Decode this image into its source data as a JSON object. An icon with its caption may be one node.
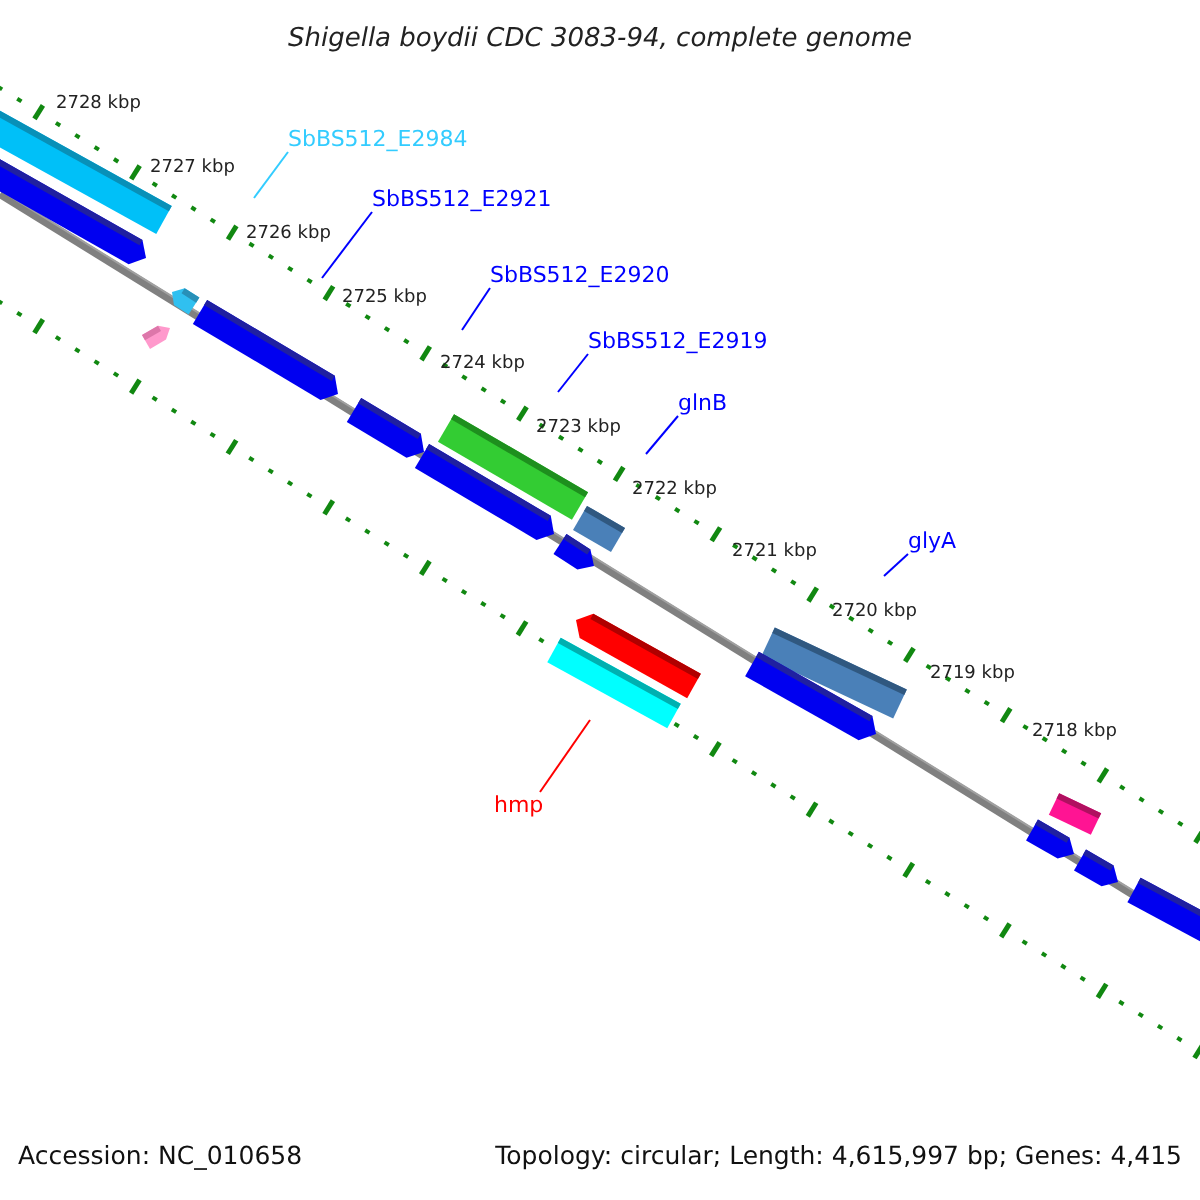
{
  "diagram": {
    "title": "Shigella boydii CDC 3083-94, complete genome",
    "nodes": [
      {
        "text": [
          "SbBS512_E2984"
        ]
      },
      {
        "text": [
          "SbBS512_E2921"
        ]
      },
      {
        "text": [
          "SbBS512_E2920"
        ]
      },
      {
        "text": [
          "SbBS512_E2919"
        ]
      },
      {
        "text": [
          "glnB"
        ]
      },
      {
        "text": [
          "glyA"
        ]
      },
      {
        "text": [
          "hmp"
        ]
      }
    ],
    "edges": [
      {
        "from": 0,
        "to": null,
        "arrow": "none",
        "color": "#33ccff"
      },
      {
        "from": 1,
        "to": null,
        "arrow": "none"
      },
      {
        "from": 2,
        "to": null,
        "arrow": "none"
      },
      {
        "from": 3,
        "to": null,
        "arrow": "none"
      },
      {
        "from": 4,
        "to": null,
        "arrow": "none"
      },
      {
        "from": 5,
        "to": null,
        "arrow": "none"
      },
      {
        "from": 6,
        "to": null,
        "arrow": "none",
        "color": "#ff0000"
      }
    ],
    "labels": [
      "2728 kbp",
      "2727 kbp",
      "2726 kbp",
      "2725 kbp",
      "2724 kbp",
      "2723 kbp",
      "2722 kbp",
      "2721 kbp",
      "2720 kbp",
      "2719 kbp",
      "2718 kbp",
      "Accession: NC_010658",
      "Topology: circular; Length: 4,615,997 bp; Genes: 4,415"
    ]
  }
}
